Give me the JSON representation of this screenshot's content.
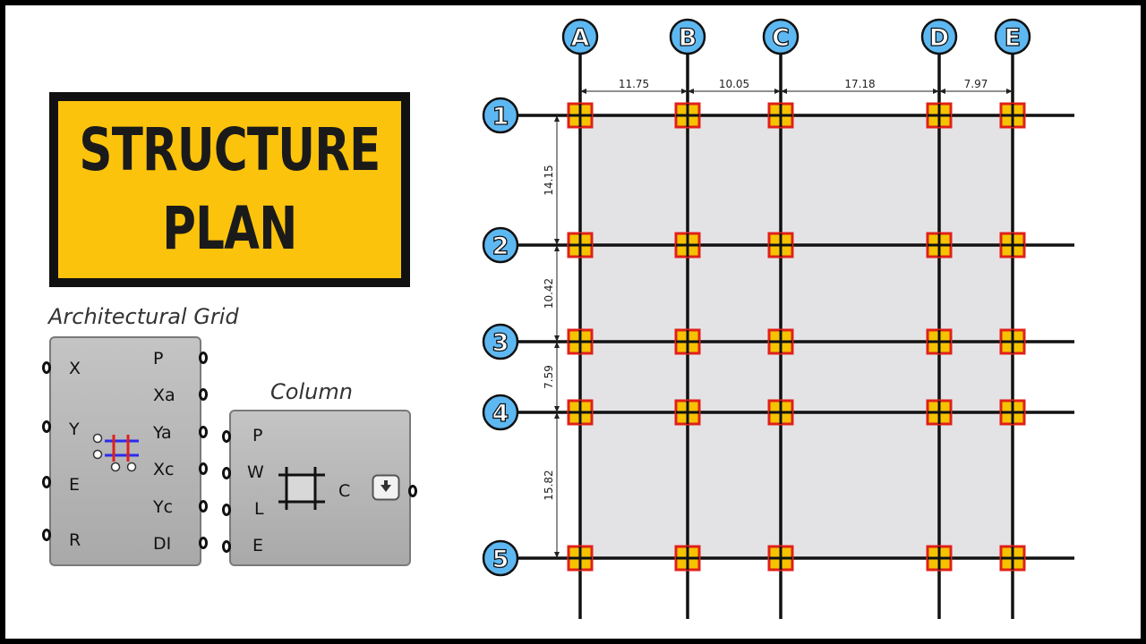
{
  "title": {
    "line1": "STRUCTURE",
    "line2": "PLAN"
  },
  "components": {
    "architectural_grid": {
      "label": "Architectural Grid",
      "inputs": [
        "X",
        "Y",
        "E",
        "R"
      ],
      "outputs": [
        "P",
        "Xa",
        "Ya",
        "Xc",
        "Yc",
        "DI"
      ],
      "icon": "grid-icon"
    },
    "column": {
      "label": "Column",
      "inputs": [
        "P",
        "W",
        "L",
        "E"
      ],
      "outputs": [
        "C"
      ],
      "icon": "column-section-icon",
      "menu_icon": "arrow-down-icon"
    }
  },
  "colors": {
    "title_bg": "#fcc30c",
    "grid_fill": "#e3e3e6",
    "bubble_fill": "#5db8f2",
    "column_fill": "#f5c300",
    "column_border": "#e0201a"
  },
  "plan": {
    "column_axes": [
      "A",
      "B",
      "C",
      "D",
      "E"
    ],
    "row_axes": [
      "1",
      "2",
      "3",
      "4",
      "5"
    ],
    "x_dimensions": [
      "11.75",
      "10.05",
      "17.18",
      "7.97"
    ],
    "y_dimensions": [
      "14.15",
      "10.42",
      "7.59",
      "15.82"
    ]
  }
}
